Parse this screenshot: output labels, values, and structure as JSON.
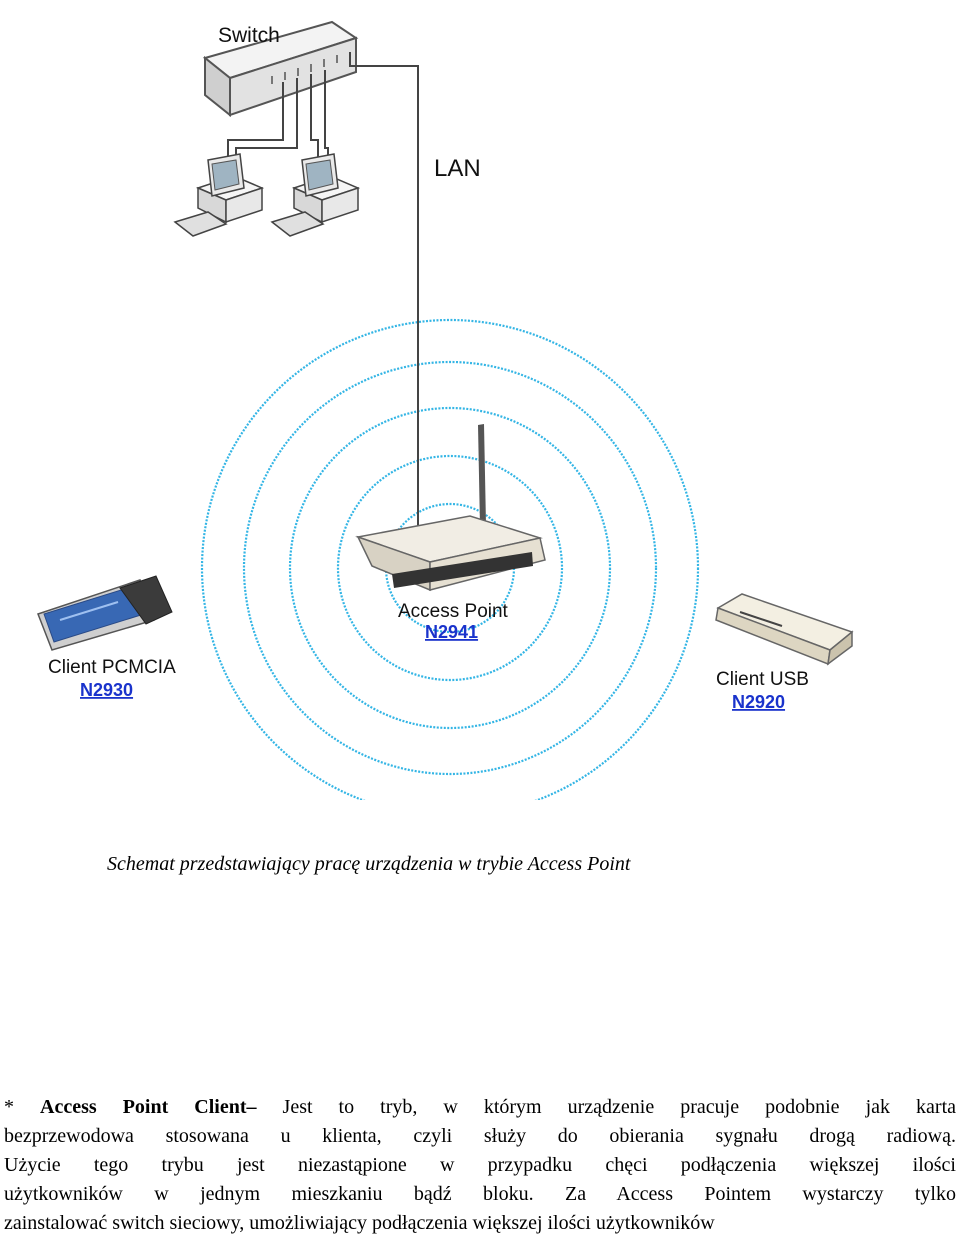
{
  "diagram": {
    "switch_label": "Switch",
    "lan_label": "LAN",
    "access_point": {
      "title": "Access Point",
      "model": "N2941"
    },
    "client_pcmcia": {
      "title": "Client PCMCIA",
      "model": "N2930"
    },
    "client_usb": {
      "title": "Client USB",
      "model": "N2920"
    },
    "colors": {
      "waves": "#33b5e5",
      "model_link": "#1a33cc"
    }
  },
  "caption": "Schemat przedstawiający pracę urządzenia w trybie Access Point",
  "paragraph": {
    "bullet": "*",
    "term": "Access Point Client–",
    "lines": [
      "Jest to tryb, w którym urządzenie pracuje podobnie jak karta",
      "bezprzewodowa stosowana u klienta, czyli służy do obierania sygnału drogą radiową.",
      "Użycie tego trybu jest niezastąpione w przypadku chęci podłączenia większej ilości",
      "użytkowników w jednym mieszkaniu bądź bloku. Za Access Pointem wystarczy tylko",
      "zainstalować switch sieciowy, umożliwiający podłączenia większej ilości użytkowników"
    ]
  }
}
